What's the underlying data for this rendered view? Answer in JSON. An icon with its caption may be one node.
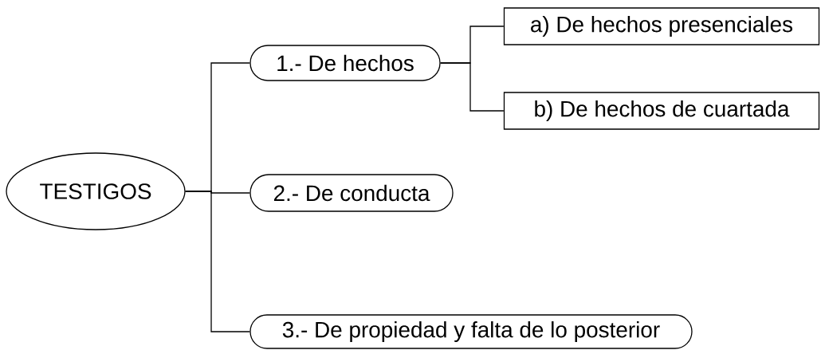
{
  "diagram": {
    "nodes": [
      {
        "text": [
          "TESTIGOS"
        ]
      },
      {
        "text": [
          "1.- De hechos"
        ]
      },
      {
        "text": [
          "a) De hechos presenciales"
        ]
      },
      {
        "text": [
          "b) De hechos de cuartada"
        ]
      },
      {
        "text": [
          "2.- De conducta"
        ]
      },
      {
        "text": [
          "3.- De propiedad y falta de lo posterior"
        ]
      }
    ],
    "edges": [
      {
        "from": 0,
        "to": 1,
        "arrow": "none"
      },
      {
        "from": 1,
        "to": 2,
        "arrow": "none"
      },
      {
        "from": 1,
        "to": 3,
        "arrow": "none"
      },
      {
        "from": 0,
        "to": 4,
        "arrow": "none"
      },
      {
        "from": 0,
        "to": 5,
        "arrow": "none"
      }
    ]
  }
}
